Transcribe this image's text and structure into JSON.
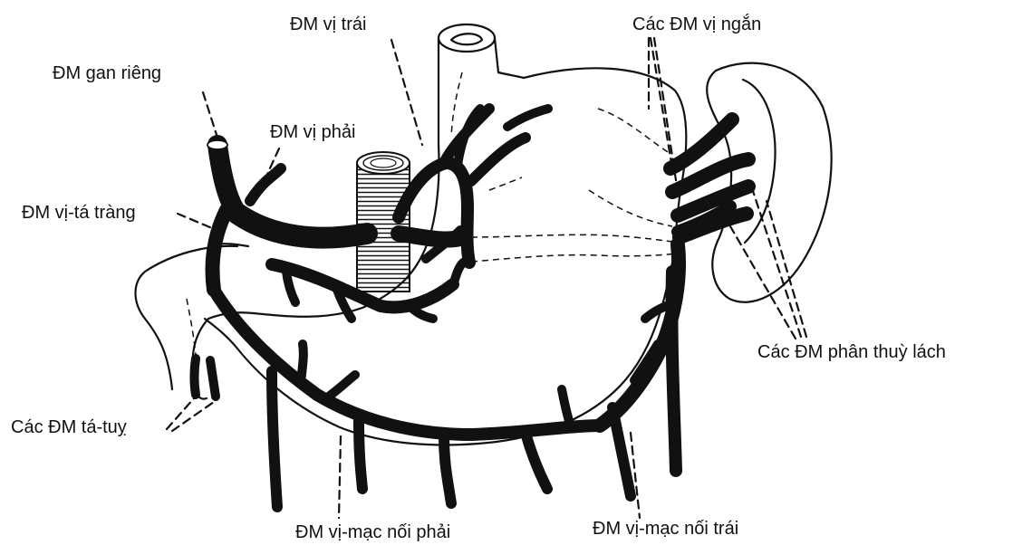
{
  "labels": {
    "dm_vi_trai": "ĐM vị trái",
    "cac_dm_vi_ngan": "Các ĐM vị ngắn",
    "dm_gan_rieng": "ĐM gan riêng",
    "dm_vi_phai": "ĐM vị phải",
    "dm_vi_ta_trang": "ĐM vị-tá tràng",
    "cac_dm_phan_thuy_lach": "Các ĐM phân thuỳ lách",
    "cac_dm_ta_tuy": "Các ĐM tá-tuỵ",
    "dm_vi_mac_noi_phai": "ĐM vị-mạc nối phải",
    "dm_vi_mac_noi_trai": "ĐM vị-mạc nối trái"
  }
}
